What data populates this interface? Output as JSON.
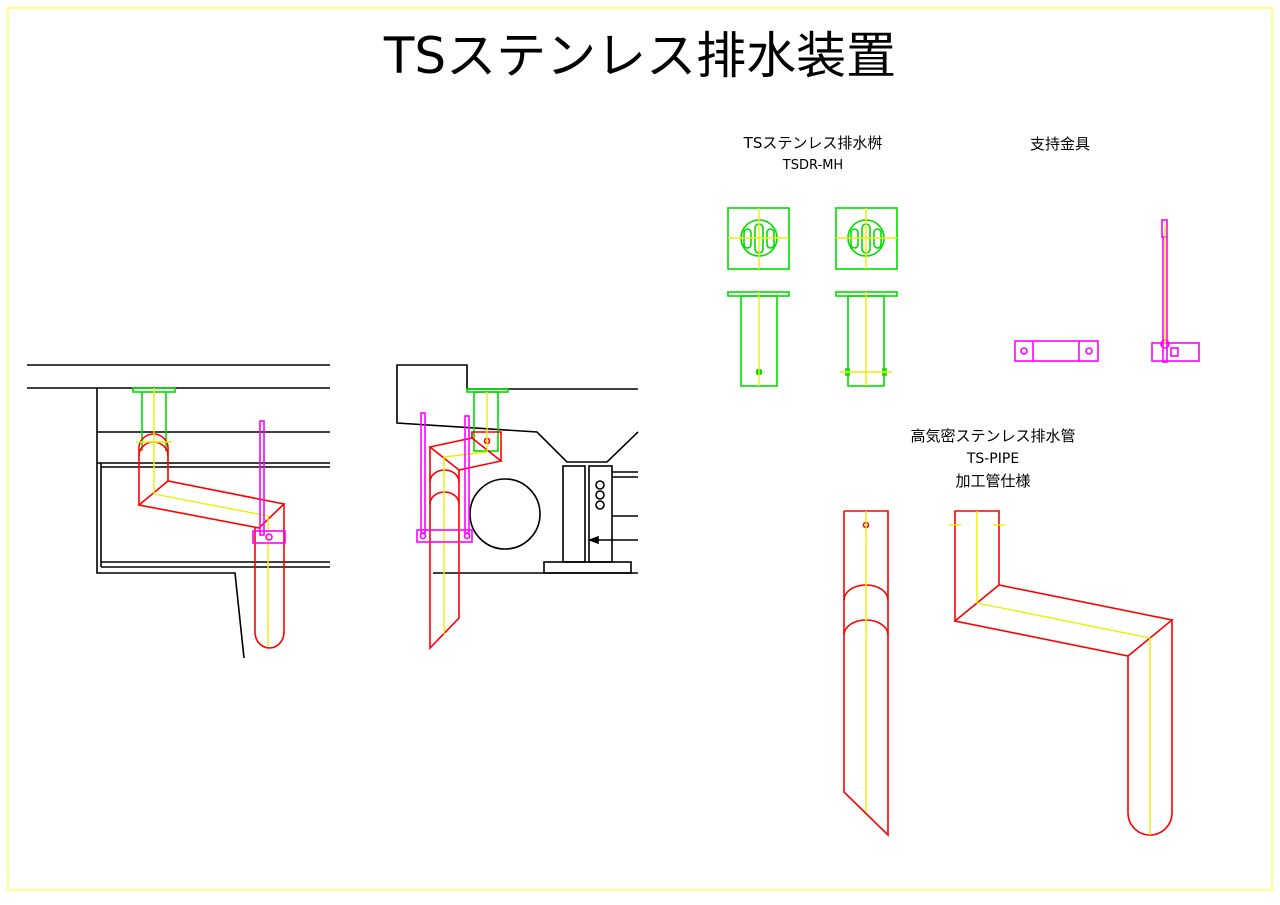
{
  "title": "TSステンレス排水装置",
  "sections": {
    "drain_basin": {
      "title": "TSステンレス排水桝",
      "model": "TSDR-MH"
    },
    "support_bracket": {
      "title": "支持金具"
    },
    "drain_pipe": {
      "title": "高気密ステンレス排水管",
      "model": "TS-PIPE",
      "spec": "加工管仕様"
    }
  },
  "colors": {
    "border": "#ffff66",
    "pipe": "#ff0000",
    "basin": "#00dd00",
    "centerline": "#eeee00",
    "bracket": "#ff00ff",
    "structure": "#000000"
  }
}
